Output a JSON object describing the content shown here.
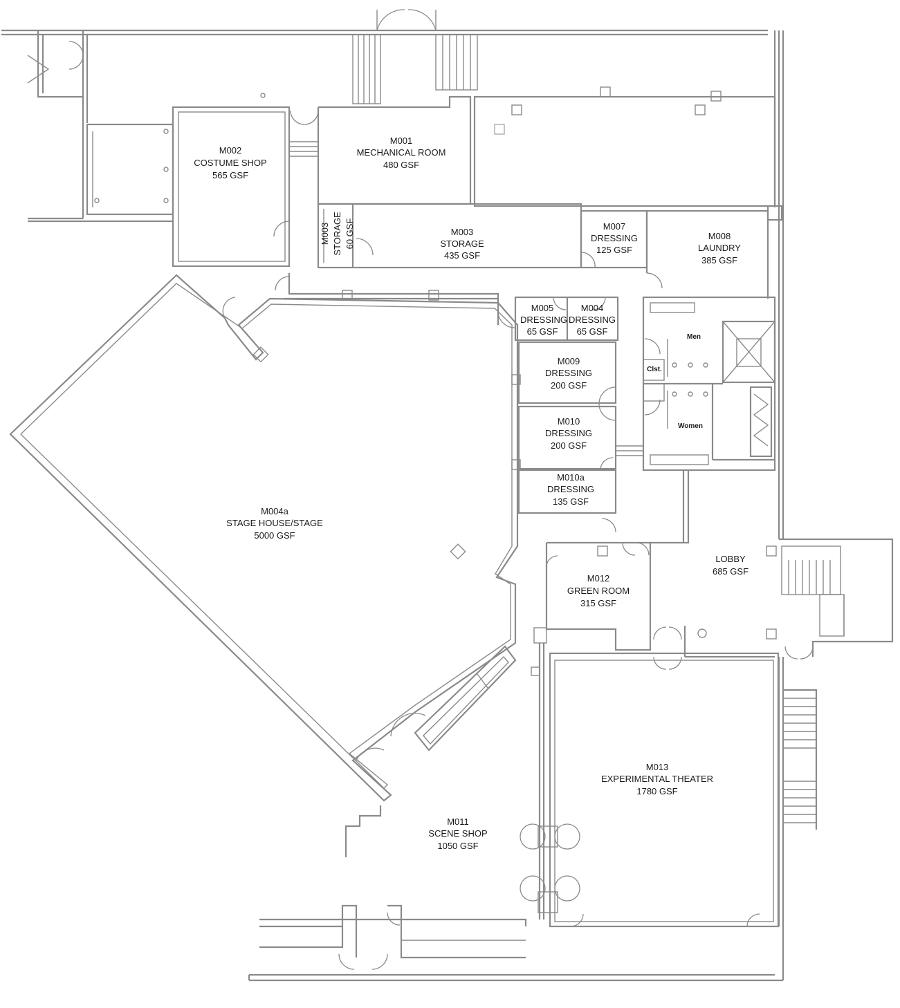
{
  "rooms": {
    "m002": {
      "code": "M002",
      "name": "COSTUME SHOP",
      "area": "565 GSF"
    },
    "m001": {
      "code": "M001",
      "name": "MECHANICAL ROOM",
      "area": "480 GSF"
    },
    "m003_small": {
      "code": "M003",
      "name": "STORAGE",
      "area": "60 GSF"
    },
    "m003": {
      "code": "M003",
      "name": "STORAGE",
      "area": "435 GSF"
    },
    "m007": {
      "code": "M007",
      "name": "DRESSING",
      "area": "125 GSF"
    },
    "m008": {
      "code": "M008",
      "name": "LAUNDRY",
      "area": "385 GSF"
    },
    "m005": {
      "code": "M005",
      "name": "DRESSING",
      "area": "65 GSF"
    },
    "m004": {
      "code": "M004",
      "name": "DRESSING",
      "area": "65 GSF"
    },
    "m009": {
      "code": "M009",
      "name": "DRESSING",
      "area": "200 GSF"
    },
    "m010": {
      "code": "M010",
      "name": "DRESSING",
      "area": "200 GSF"
    },
    "m010a": {
      "code": "M010a",
      "name": "DRESSING",
      "area": "135 GSF"
    },
    "m004a": {
      "code": "M004a",
      "name": "STAGE HOUSE/STAGE",
      "area": "5000 GSF"
    },
    "lobby": {
      "name": "LOBBY",
      "area": "685 GSF"
    },
    "m012": {
      "code": "M012",
      "name": "GREEN ROOM",
      "area": "315 GSF"
    },
    "m013": {
      "code": "M013",
      "name": "EXPERIMENTAL THEATER",
      "area": "1780 GSF"
    },
    "m011": {
      "code": "M011",
      "name": "SCENE SHOP",
      "area": "1050 GSF"
    }
  },
  "restrooms": {
    "men": "Men",
    "women": "Women",
    "closet": "Clst."
  }
}
